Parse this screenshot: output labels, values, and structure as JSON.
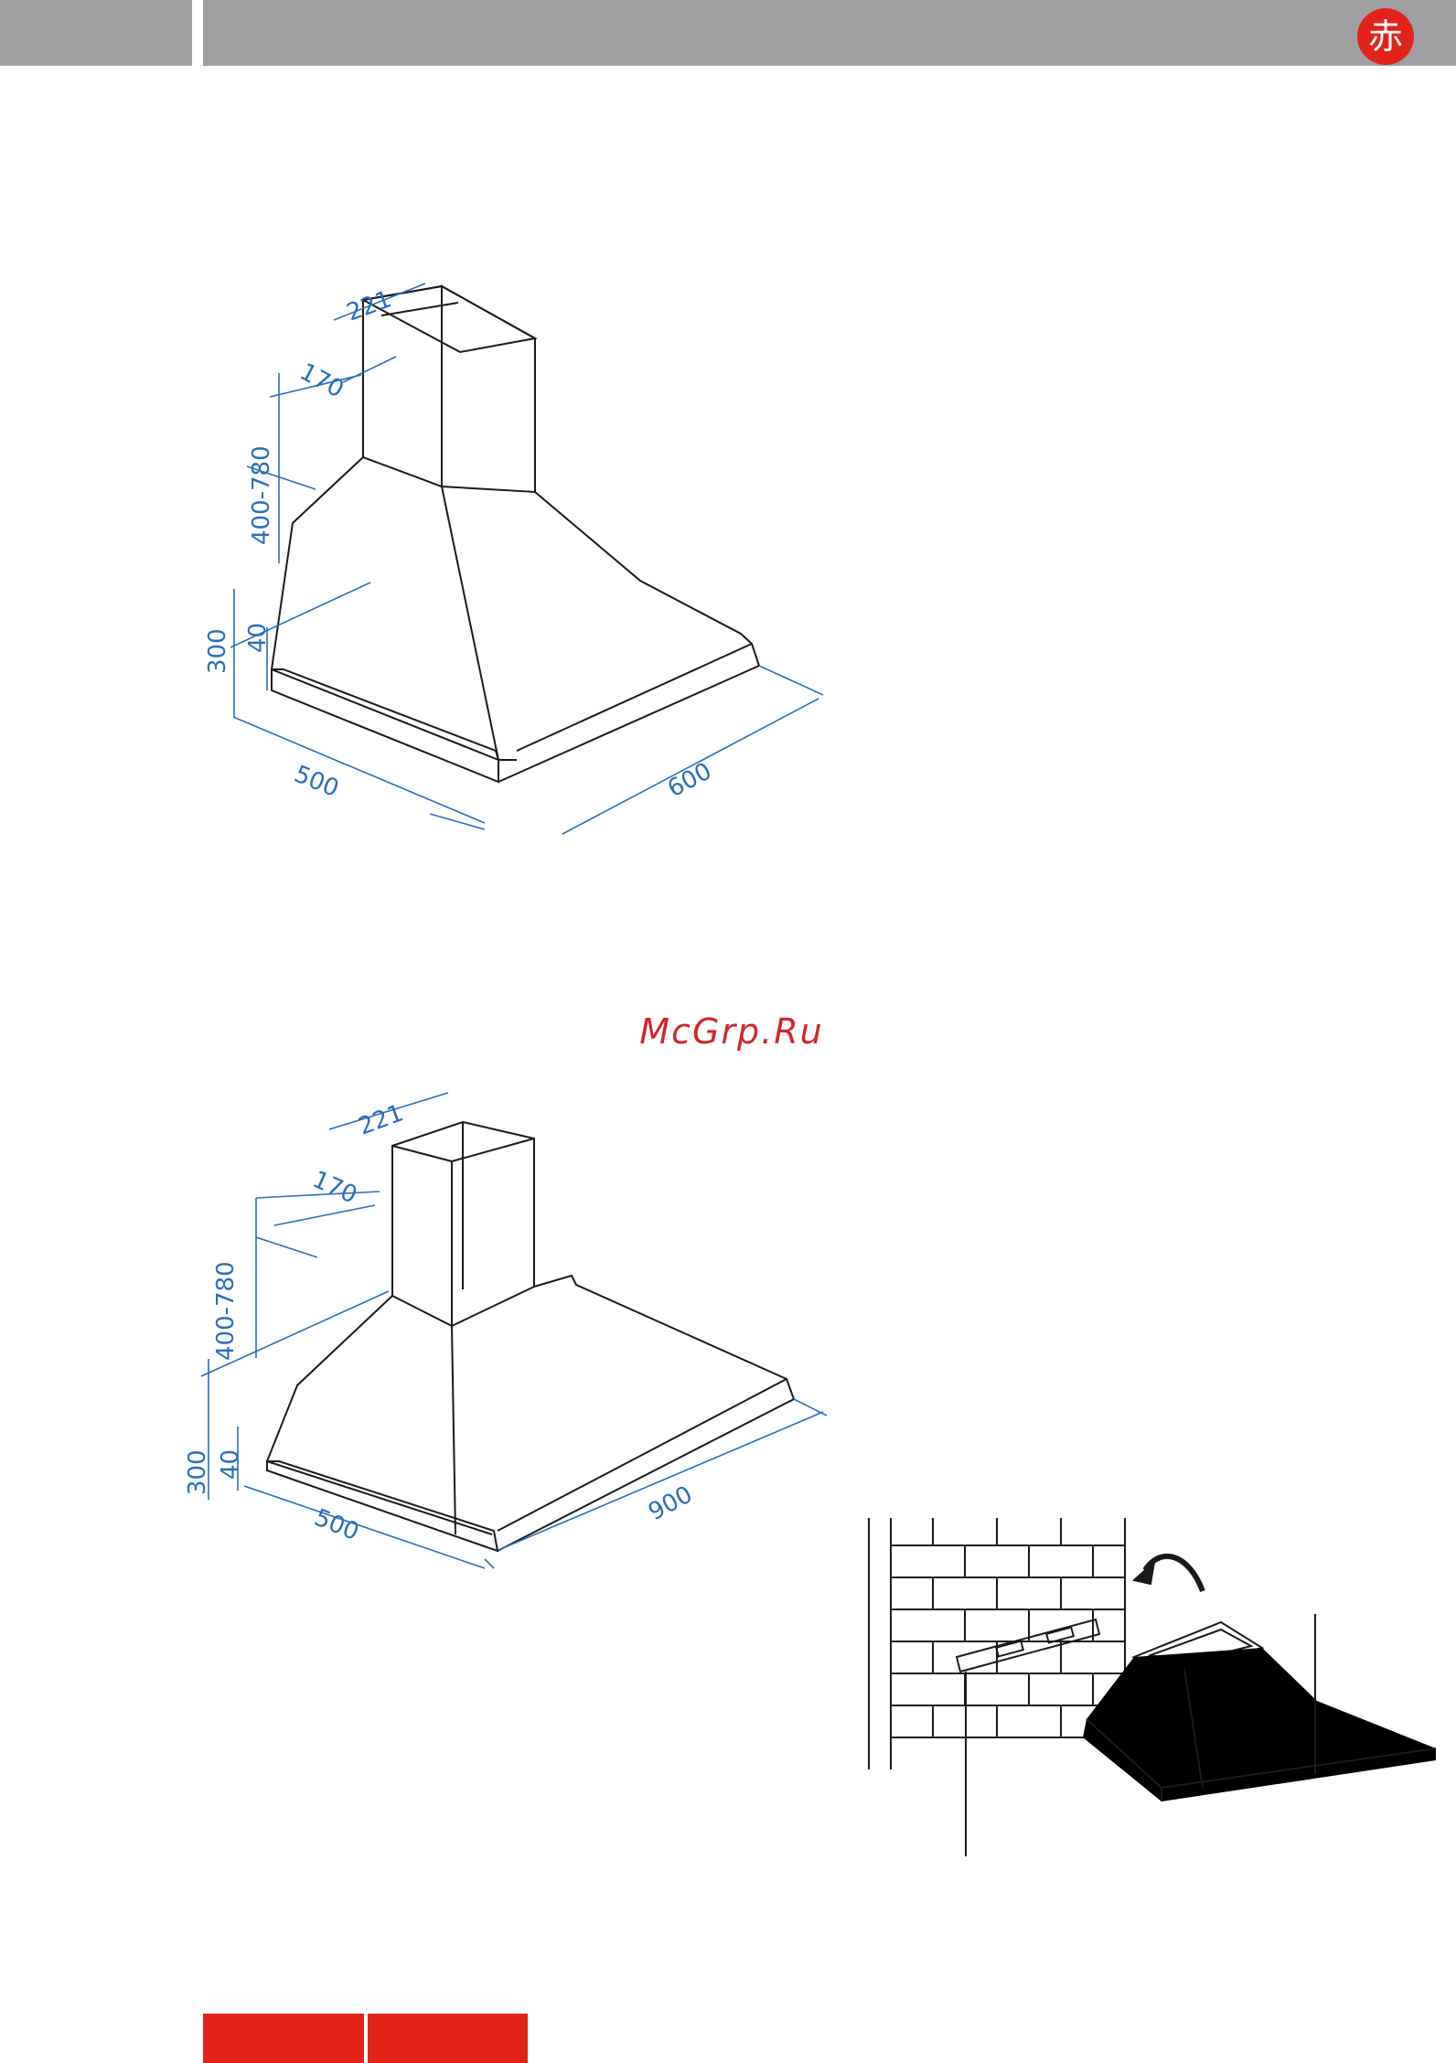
{
  "header": {
    "logo_glyph": "赤"
  },
  "colors": {
    "header_gray": "#a0a0a2",
    "brand_red": "#e2231a",
    "dimension_blue": "#2a6fb7",
    "watermark_red": "#d0272d"
  },
  "watermark": "McGrp.Ru",
  "diagrams": [
    {
      "name": "hood-600",
      "dimensions": {
        "chimney_width": "221",
        "chimney_depth": "170",
        "chimney_height": "400-780",
        "body_height": "300",
        "rim_height": "40",
        "depth": "500",
        "width": "600"
      }
    },
    {
      "name": "hood-900",
      "dimensions": {
        "chimney_width": "221",
        "chimney_depth": "170",
        "chimney_height": "400-780",
        "body_height": "300",
        "rim_height": "40",
        "depth": "500",
        "width": "900"
      }
    }
  ]
}
